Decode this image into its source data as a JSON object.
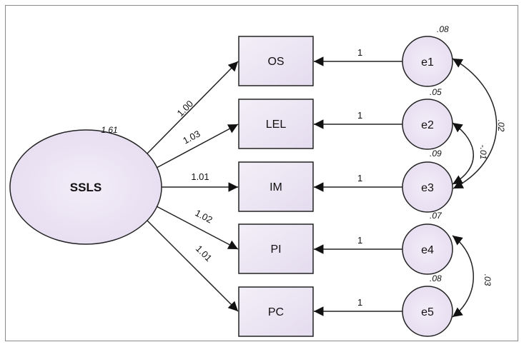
{
  "latent": {
    "label": "SSLS",
    "variance": "1.61",
    "fill": "#ece6f4"
  },
  "observed": [
    {
      "label": "OS",
      "loading": "1.00"
    },
    {
      "label": "LEL",
      "loading": "1.03"
    },
    {
      "label": "IM",
      "loading": "1.01"
    },
    {
      "label": "PI",
      "loading": "1.02"
    },
    {
      "label": "PC",
      "loading": "1.01"
    }
  ],
  "errors": [
    {
      "label": "e1",
      "variance": ".08",
      "path": "1"
    },
    {
      "label": "e2",
      "variance": ".05",
      "path": "1"
    },
    {
      "label": "e3",
      "variance": ".09",
      "path": "1"
    },
    {
      "label": "e4",
      "variance": ".07",
      "path": "1"
    },
    {
      "label": "e5",
      "variance": ".08",
      "path": "1"
    }
  ],
  "covariances": [
    {
      "from": "e1",
      "to": "e3",
      "value": ".02"
    },
    {
      "from": "e2",
      "to": "e3",
      "value": "-.01"
    },
    {
      "from": "e4",
      "to": "e5",
      "value": ".03"
    }
  ],
  "colors": {
    "box_fill": "#ece6f4",
    "stroke": "#222222"
  }
}
